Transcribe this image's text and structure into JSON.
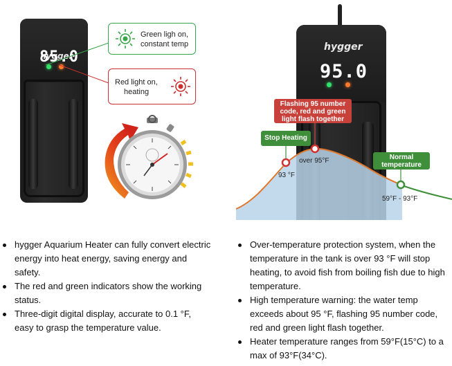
{
  "left_image": {
    "brand": "hygger",
    "display_value": "85.0",
    "green_callout": "Green ligh on, constant temp",
    "green_callout_lines": [
      "Green ligh on,",
      "constant temp"
    ],
    "red_callout_lines": [
      "Red light on,",
      "heating"
    ],
    "icons": [
      "bulb-icon",
      "stopwatch-icon",
      "arrow-icon"
    ]
  },
  "right_image": {
    "brand": "hygger",
    "display_value": "95.0",
    "flash_tag_lines": [
      "Flashing 95 number",
      "code, red and green",
      "light flash together"
    ],
    "stop_tag": "Stop Heating",
    "normal_tag_lines": [
      "Normal",
      "temperature"
    ],
    "label_93": "93 °F",
    "label_over95": "over 95°F",
    "label_range": "59°F - 93°F"
  },
  "colors": {
    "green_accent": "#3aa64a",
    "red_accent": "#cc2f2f",
    "tag_red": "#c9413b",
    "tag_green": "#3f8f3a",
    "curve_orange": "#e0772b",
    "fill_blue": "#b9d4ea"
  },
  "bullets_left": [
    "hygger Aquarium Heater can fully convert electric energy into heat energy, saving energy and safety.",
    "The red and green indicators show the working status.",
    "Three-digit digital display, accurate to 0.1 °F, easy to grasp the temperature value."
  ],
  "bullets_right": [
    "Over-temperature protection system, when the temperature in the tank is over 93 °F will stop heating, to avoid fish from boiling fish due to high temperature.",
    "High temperature warning: the water temp exceeds about 95 °F, flashing 95 number code, red and green light flash together.",
    "Heater temperature ranges from 59°F(15°C) to a max of 93°F(34°C)."
  ]
}
